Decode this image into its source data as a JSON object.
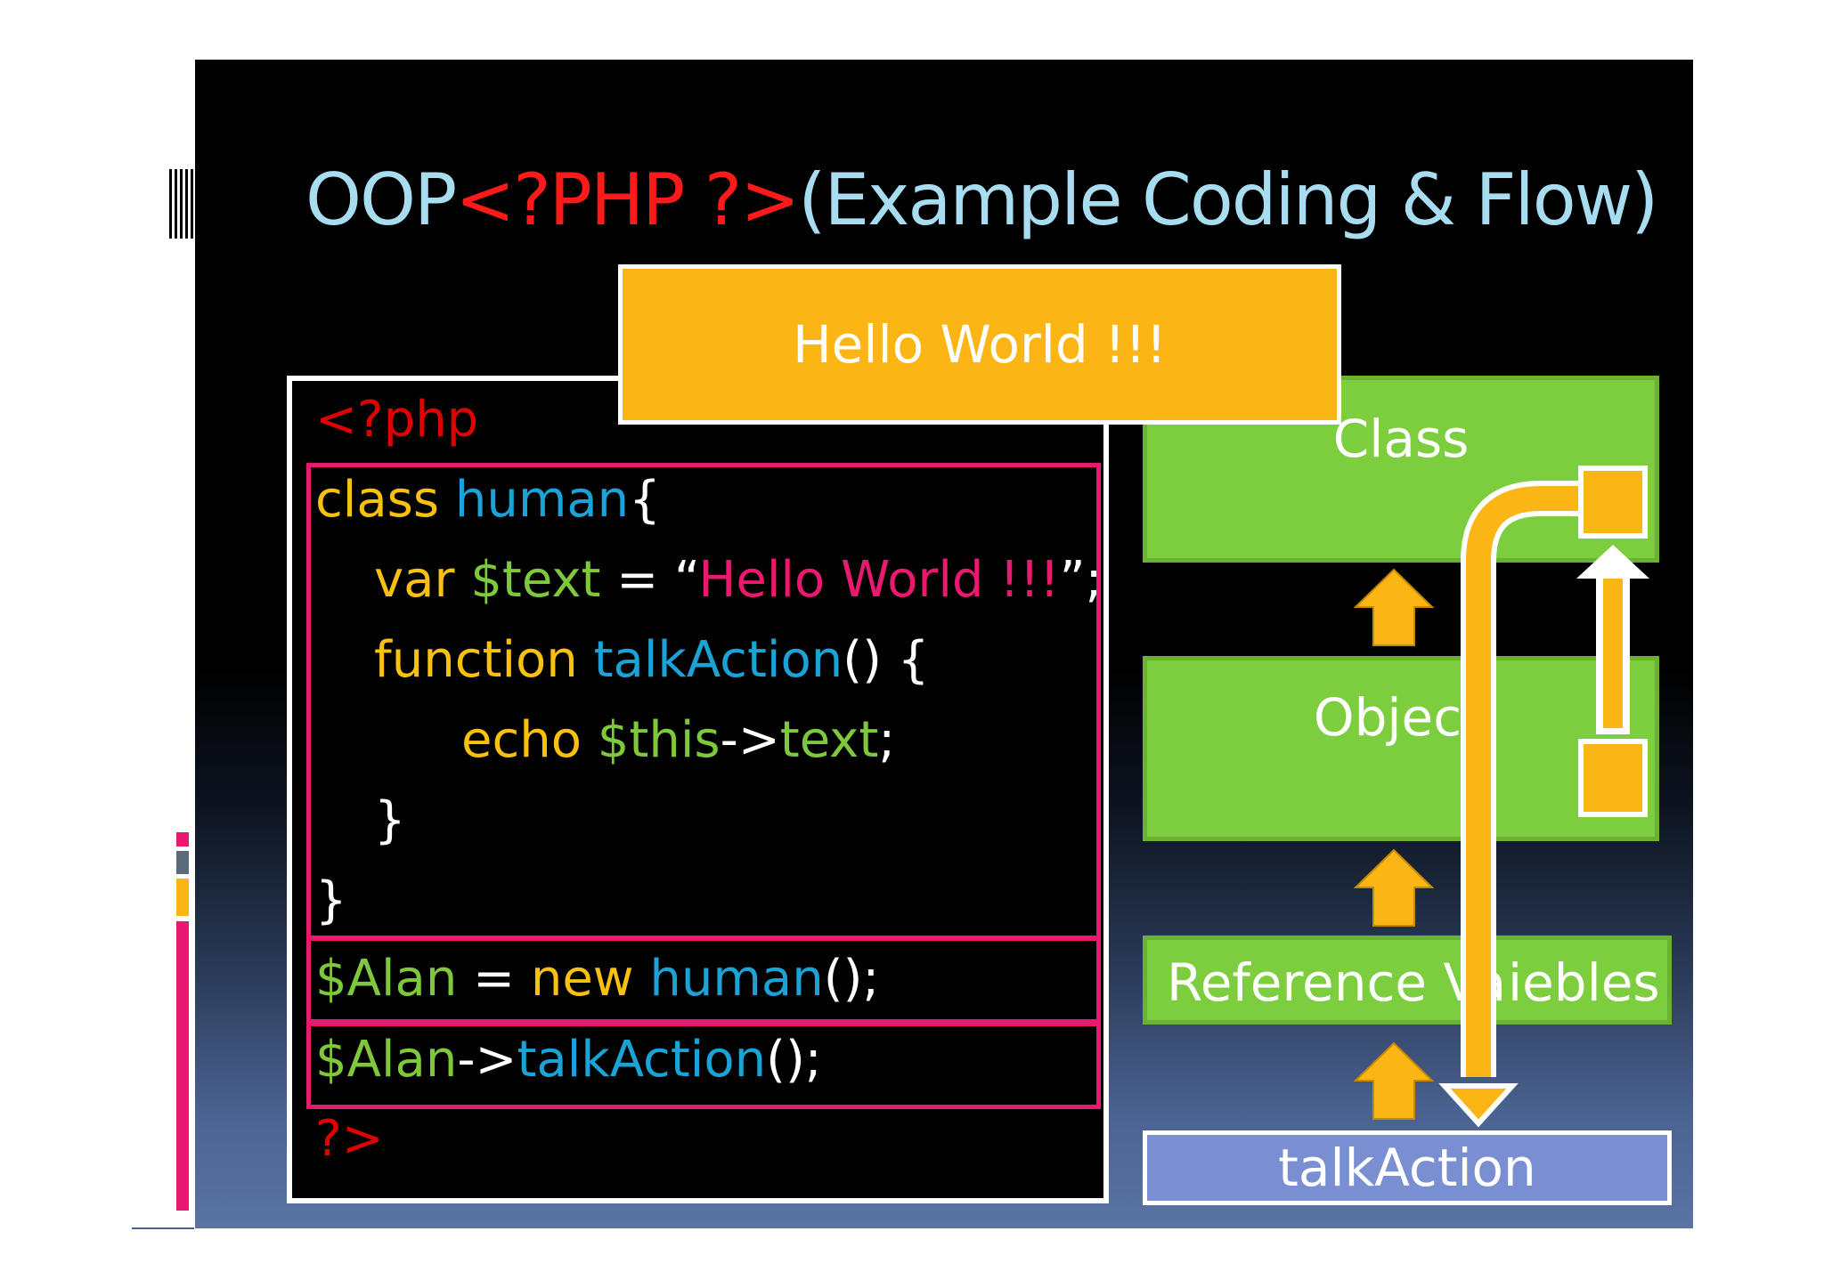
{
  "title": {
    "part1": "OOP ",
    "part2": "<?PHP ?>",
    "part3": " (Example Coding & Flow)"
  },
  "code": {
    "line1": "<?php",
    "line2": {
      "a": "class ",
      "b": "human",
      "c": "{"
    },
    "line3": {
      "a": "var ",
      "b": "$text",
      "c": " = “",
      "d": "Hello World !!!",
      "e": "”;"
    },
    "line4": {
      "a": "function ",
      "b": "talkAction",
      "c": "() {"
    },
    "line5": {
      "a": "echo ",
      "b": "$this",
      "c": "->",
      "d": "text",
      "e": ";"
    },
    "line6": "}",
    "line7": "}",
    "line8": {
      "a": "$Alan",
      "b": " = ",
      "c": "new ",
      "d": "human",
      "e": "();"
    },
    "line9": {
      "a": "$Alan",
      "b": "->",
      "c": "talkAction",
      "d": "();"
    },
    "line10": "?>"
  },
  "output": {
    "text": "Hello World !!!"
  },
  "flow": {
    "class_label": "Class",
    "object_label": "Objec",
    "reference_label": "Reference Va",
    "reference_label_end": "iebles",
    "talk_label": "talkAction"
  },
  "colors": {
    "green": "#7dce3f",
    "orange": "#fbb515",
    "pink": "#e8196e",
    "blue_box": "#7a8fd2"
  }
}
